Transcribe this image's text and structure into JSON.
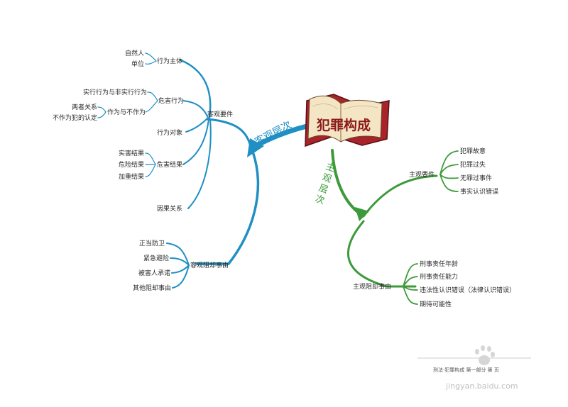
{
  "root": {
    "label": "犯罪构成"
  },
  "branches": {
    "objective": {
      "label": "客观层次",
      "element": "客观要件",
      "subject": {
        "label": "行为主体",
        "items": [
          "自然人",
          "单位"
        ]
      },
      "harm_act": {
        "label": "危害行为",
        "items": [
          "实行行为与非实行行为"
        ],
        "act_omission": {
          "label": "作为与不作为",
          "items": [
            "两者关系",
            "不作为犯的认定"
          ]
        }
      },
      "object": {
        "label": "行为对象"
      },
      "harm_result": {
        "label": "危害结果",
        "items": [
          "实害结果",
          "危险结果",
          "加重结果"
        ]
      },
      "causation": {
        "label": "因果关系"
      },
      "barrier": {
        "label": "客观阻却事由",
        "items": [
          "正当防卫",
          "紧急避险",
          "被害人承诺",
          "其他阻却事由"
        ]
      }
    },
    "subjective": {
      "label": "主观层次",
      "element": {
        "label": "主观要件",
        "items": [
          "犯罪故意",
          "犯罪过失",
          "无罪过事件",
          "事实认识错误"
        ]
      },
      "barrier": {
        "label": "主观阻却事由",
        "items": [
          "刑事责任年龄",
          "刑事责任能力",
          "违法性认识错误（法律认识错误）",
          "期待可能性"
        ]
      }
    }
  },
  "footer": {
    "text": "刑法·犯罪构成 第一部分 第 页"
  },
  "watermark": {
    "site": "jingyan.baidu.com"
  },
  "colors": {
    "blue": "#1f8fc4",
    "green": "#3d9a3a",
    "book_cover": "#a8242a",
    "book_page": "#f4e6c4",
    "title": "#8b1a1a"
  }
}
